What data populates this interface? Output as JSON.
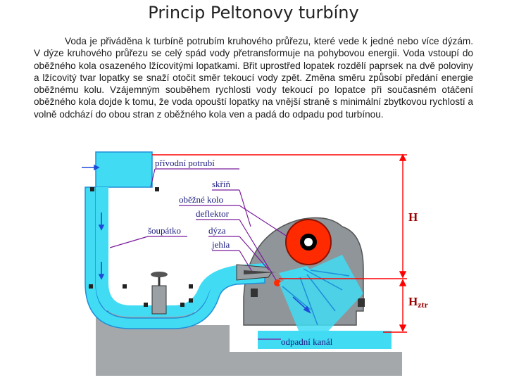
{
  "title": "Princip Peltonovy turbíny",
  "paragraph": "Voda je přiváděna k turbíně potrubím kruhového průřezu, které vede k jedné nebo více dýzám. V dýze kruhového průřezu se celý spád vody přetransformuje na pohybovou energii. Voda vstoupí do oběžného kola osazeného lžícovitými lopatkami. Břit uprostřed lopatek rozdělí paprsek na dvě poloviny a lžícovitý tvar lopatky se snaží otočit směr tekoucí vody zpět. Změna směru způsobí předání energie oběžnému kolu. Vzájemným souběhem rychlosti vody tekoucí po lopatce při současném otáčení oběžného kola dojde k tomu, že voda opouští lopatky na vnější straně s minimální zbytkovou rychlostí a volně odchází do obou stran z oběžného kola ven a padá do odpadu pod turbínou.",
  "diagram": {
    "labels": {
      "privodni_potrubi": "přívodní potrubí",
      "skrin": "skříň",
      "obezne_kolo": "oběžné kolo",
      "deflektor": "deflektor",
      "soupatko": "šoupátko",
      "dyza": "dýza",
      "jehla": "jehla",
      "odpadni_kanal": "odpadní kanál"
    },
    "head_label": "H",
    "tail_head_label_main": "H",
    "tail_head_label_sub": "ztr",
    "colors": {
      "water": "#41dcf4",
      "water_dark": "#1e8fd8",
      "casing": "#9aa0a4",
      "casing_dark": "#6b7074",
      "runner": "#ff2a00",
      "label_text": "#1a1a80",
      "pointer": "#7a1a9a",
      "dimension": "#ff0000"
    }
  }
}
